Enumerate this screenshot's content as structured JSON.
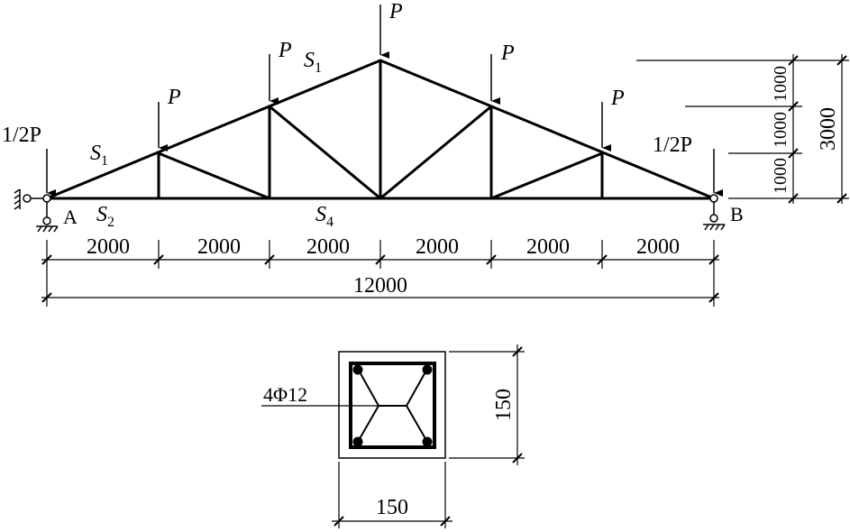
{
  "truss": {
    "load_label": "P",
    "half_load_label": "1/2P",
    "support_left_label": "A",
    "support_right_label": "B",
    "member_top_left": "S",
    "member_top_left_sub": "1",
    "member_top_center": "S",
    "member_top_center_sub": "1",
    "member_bottom_left": "S",
    "member_bottom_left_sub": "2",
    "member_bottom_center": "S",
    "member_bottom_center_sub": "4",
    "panel_dims": [
      "2000",
      "2000",
      "2000",
      "2000",
      "2000",
      "2000"
    ],
    "total_span": "12000",
    "height_dims": [
      "1000",
      "1000",
      "1000"
    ],
    "total_height": "3000"
  },
  "section": {
    "rebar_label": "4Φ12",
    "width": "150",
    "height": "150"
  },
  "colors": {
    "line": "#000000",
    "background": "#ffffff"
  }
}
